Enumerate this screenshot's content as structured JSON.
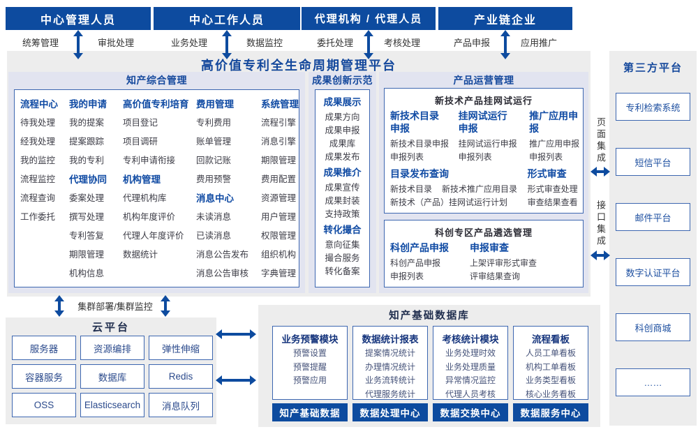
{
  "colors": {
    "primary_blue": "#0d4b9f",
    "border_blue": "#3c66b0",
    "title_blue": "#14489c",
    "panel_lavender": "#e2e4f0",
    "container_gray": "#ededed"
  },
  "roles": [
    {
      "title": "中心管理人员",
      "left": "统筹管理",
      "right": "审批处理"
    },
    {
      "title": "中心工作人员",
      "left": "业务处理",
      "right": "数据监控"
    },
    {
      "title": "代理机构 / 代理人员",
      "left": "委托处理",
      "right": "考核处理"
    },
    {
      "title": "产业链企业",
      "left": "产品申报",
      "right": "应用推广"
    }
  ],
  "platform": {
    "title": "高价值专利全生命周期管理平台"
  },
  "ipm": {
    "title": "知产综合管理",
    "col1": [
      {
        "t": "hd",
        "label": "流程中心"
      },
      {
        "t": "it",
        "label": "待我处理"
      },
      {
        "t": "it",
        "label": "经我处理"
      },
      {
        "t": "it",
        "label": "我的监控"
      },
      {
        "t": "it",
        "label": "流程监控"
      },
      {
        "t": "it",
        "label": "流程查询"
      },
      {
        "t": "it",
        "label": "工作委托"
      }
    ],
    "col2": [
      {
        "t": "hd",
        "label": "我的申请"
      },
      {
        "t": "it",
        "label": "我的提案"
      },
      {
        "t": "it",
        "label": "提案跟踪"
      },
      {
        "t": "it",
        "label": "我的专利"
      },
      {
        "t": "hd",
        "label": "代理协同"
      },
      {
        "t": "it",
        "label": "委案处理"
      },
      {
        "t": "it",
        "label": "撰写处理"
      },
      {
        "t": "it",
        "label": "专利答复"
      },
      {
        "t": "it",
        "label": "期限管理"
      },
      {
        "t": "it",
        "label": "机构信息"
      }
    ],
    "col3": [
      {
        "t": "hd",
        "label": "高价值专利培育"
      },
      {
        "t": "it",
        "label": "项目登记"
      },
      {
        "t": "it",
        "label": "项目调研"
      },
      {
        "t": "it",
        "label": "专利申请衔接"
      },
      {
        "t": "hd",
        "label": "机构管理"
      },
      {
        "t": "it",
        "label": "代理机构库"
      },
      {
        "t": "it",
        "label": "机构年度评价"
      },
      {
        "t": "it",
        "label": "代理人年度评价"
      },
      {
        "t": "it",
        "label": "数据统计"
      }
    ],
    "col4": [
      {
        "t": "hd",
        "label": "费用管理"
      },
      {
        "t": "it",
        "label": "专利费用"
      },
      {
        "t": "it",
        "label": "账单管理"
      },
      {
        "t": "it",
        "label": "回款记账"
      },
      {
        "t": "it",
        "label": "费用预警"
      },
      {
        "t": "hd",
        "label": "消息中心"
      },
      {
        "t": "it",
        "label": "未读消息"
      },
      {
        "t": "it",
        "label": "已读消息"
      },
      {
        "t": "it",
        "label": "消息公告发布"
      },
      {
        "t": "it",
        "label": "消息公告审核"
      }
    ],
    "col5": [
      {
        "t": "hd",
        "label": "系统管理"
      },
      {
        "t": "it",
        "label": "流程引擎"
      },
      {
        "t": "it",
        "label": "消息引擎"
      },
      {
        "t": "it",
        "label": "期限管理"
      },
      {
        "t": "it",
        "label": "费用配置"
      },
      {
        "t": "it",
        "label": "资源管理"
      },
      {
        "t": "it",
        "label": "用户管理"
      },
      {
        "t": "it",
        "label": "权限管理"
      },
      {
        "t": "it",
        "label": "组织机构"
      },
      {
        "t": "it",
        "label": "字典管理"
      }
    ]
  },
  "achievements": {
    "title": "成果创新示范",
    "entries": [
      {
        "t": "hd",
        "label": "成果展示"
      },
      {
        "t": "it",
        "label": "成果方向"
      },
      {
        "t": "it",
        "label": "成果申报"
      },
      {
        "t": "it",
        "label": "成果库"
      },
      {
        "t": "it",
        "label": "成果发布"
      },
      {
        "t": "hd",
        "label": "成果推介"
      },
      {
        "t": "it",
        "label": "成果宣传"
      },
      {
        "t": "it",
        "label": "成果封装"
      },
      {
        "t": "it",
        "label": "支持政策"
      },
      {
        "t": "hd",
        "label": "转化撮合"
      },
      {
        "t": "it",
        "label": "意向征集"
      },
      {
        "t": "it",
        "label": "撮合服务"
      },
      {
        "t": "it",
        "label": "转化备案"
      }
    ]
  },
  "product_ops": {
    "title": "产品运营管理",
    "box1": {
      "title": "新技术产品挂网试运行",
      "col1": {
        "hd": "新技术目录申报",
        "items": [
          "新技术目录申报",
          "申报列表"
        ]
      },
      "col2": {
        "hd": "挂网试运行申报",
        "items": [
          "挂网试运行申报",
          "申报列表"
        ]
      },
      "col3": {
        "hd": "推广应用申报",
        "items": [
          "推广应用申报",
          "申报列表"
        ]
      },
      "catalog": {
        "hd": "目录发布查询",
        "row1": [
          "新技术目录",
          "新技术推广应用目录"
        ],
        "row2": "新技术（产品）挂网试运行计划"
      },
      "review": {
        "hd": "形式审查",
        "items": [
          "形式审查处理",
          "审查结果查看"
        ]
      }
    },
    "box2": {
      "title": "科创专区产品遴选管理",
      "col1": {
        "hd": "科创产品申报",
        "items": [
          "科创产品申报",
          "申报列表"
        ]
      },
      "col2": {
        "hd": "申报审查",
        "items": [
          "上架评审形式审查",
          "评审结果查询"
        ]
      }
    }
  },
  "third_party": {
    "title": "第三方平台",
    "boxes": [
      "专利检索系统",
      "短信平台",
      "邮件平台",
      "数字认证平台",
      "科创商城",
      "……"
    ]
  },
  "integration": {
    "page": "页面集成",
    "api": "接口集成"
  },
  "cluster": {
    "label": "集群部署/集群监控"
  },
  "cloud": {
    "title": "云平台",
    "boxes": [
      "服务器",
      "资源编排",
      "弹性伸缩",
      "容器服务",
      "数据库",
      "Redis",
      "OSS",
      "Elasticsearch",
      "消息队列"
    ]
  },
  "database": {
    "title": "知产基础数据库",
    "modules": [
      {
        "title": "业务预警模块",
        "items": [
          "预警设置",
          "预警提醒",
          "预警应用"
        ],
        "badge": "知产基础数据"
      },
      {
        "title": "数据统计报表",
        "items": [
          "提案情况统计",
          "办理情况统计",
          "业务流转统计",
          "代理服务统计"
        ],
        "badge": "数据处理中心"
      },
      {
        "title": "考核统计模块",
        "items": [
          "业务处理时效",
          "业务处理质量",
          "异常情况监控",
          "代理人员考核"
        ],
        "badge": "数据交换中心"
      },
      {
        "title": "流程看板",
        "items": [
          "人员工单看板",
          "机构工单看板",
          "业务类型看板",
          "核心业务看板"
        ],
        "badge": "数据服务中心"
      }
    ]
  }
}
